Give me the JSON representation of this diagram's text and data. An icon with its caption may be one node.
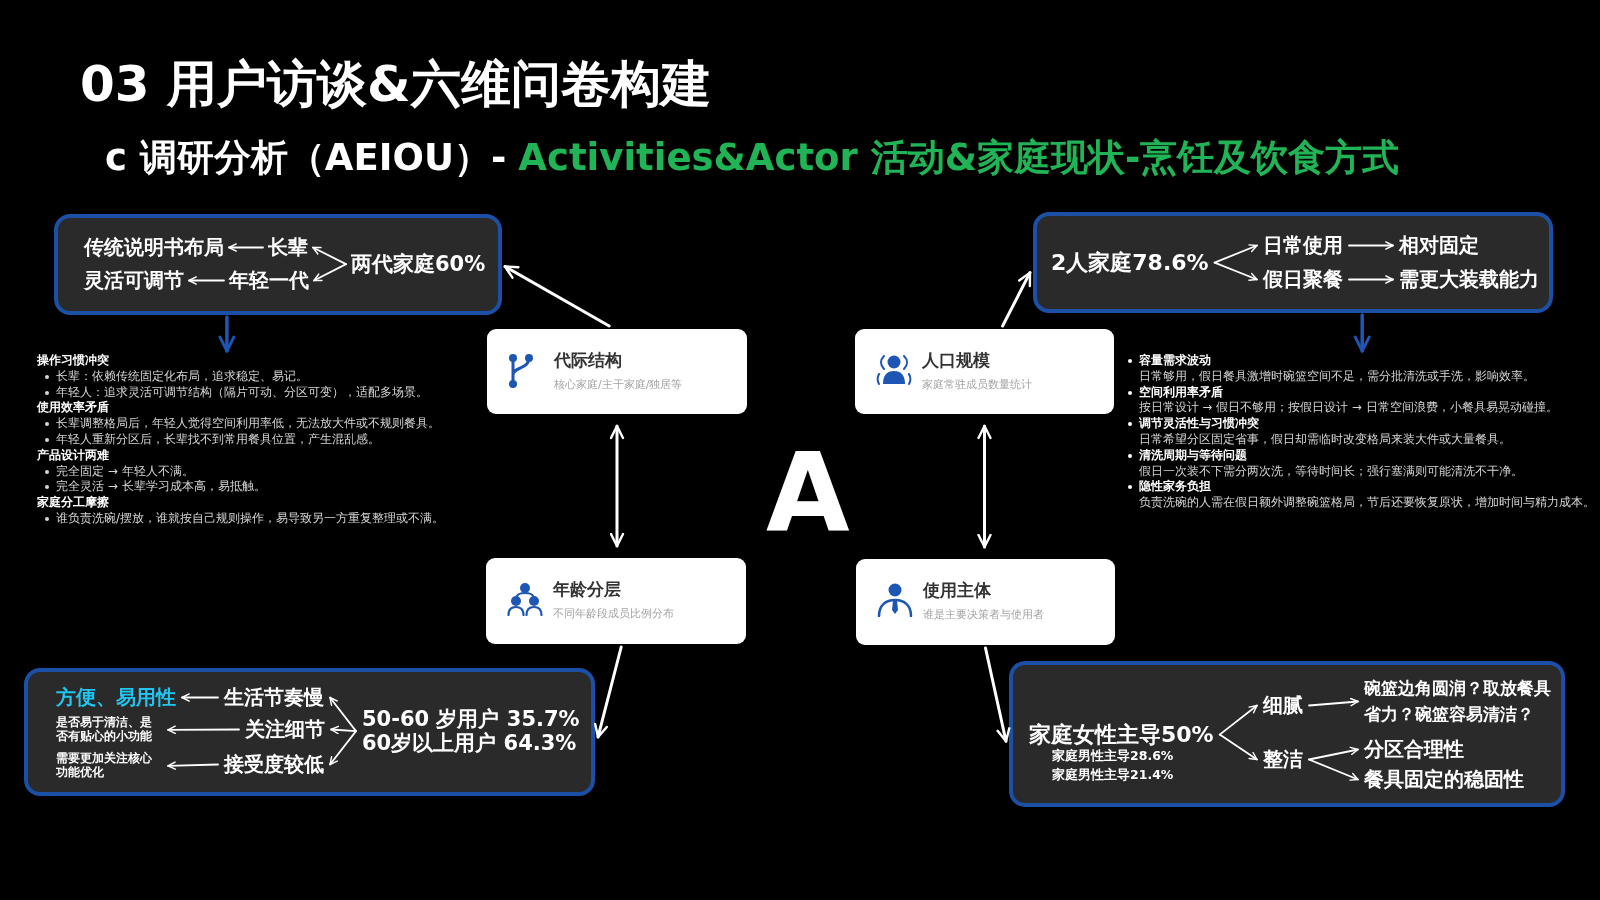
{
  "diagram": {
    "title": "03 用户访谈&六维问卷构建",
    "nodes": [
      {
        "text": [],
        "shape": "box"
      },
      {
        "text": [
          "传统说明书布局"
        ],
        "in": 0
      },
      {
        "text": [
          "长辈"
        ],
        "in": 0
      },
      {
        "text": [
          "两代家庭60%"
        ],
        "in": 0
      },
      {
        "text": [
          "灵活可调节"
        ],
        "in": 0
      },
      {
        "text": [
          "年轻一代"
        ],
        "in": 0
      },
      {
        "text": [],
        "shape": "box"
      },
      {
        "text": [
          "2人家庭78.6%"
        ],
        "in": 6
      },
      {
        "text": [
          "日常使用"
        ],
        "in": 6
      },
      {
        "text": [
          "相对固定"
        ],
        "in": 6
      },
      {
        "text": [
          "假日聚餐"
        ],
        "in": 6
      },
      {
        "text": [
          "需更大装载能力"
        ],
        "in": 6
      },
      {
        "text": [
          "操作习惯冲突",
          "长辈：依赖传统固定化布局，追求稳定、易记。",
          "年轻人：追求灵活可调节结构（隔片可动、分区可变），适配多场景。",
          "使用效率矛盾",
          "长辈调整格局后，年轻人觉得空间利用率低，无法放大件或不规则餐具。",
          "年轻人重新分区后，长辈找不到常用餐具位置，产生混乱感。",
          "产品设计两难",
          "完全固定 → 年轻人不满。",
          "完全灵活 → 长辈学习成本高，易抵触。",
          "家庭分工摩擦",
          "谁负责洗碗/摆放，谁就按自己规则操作，易导致另一方重复整理或不满。"
        ]
      },
      {
        "text": [
          "代际结构",
          "核心家庭/主干家庭/独居等"
        ]
      },
      {
        "text": [
          "人口规模",
          "家庭常驻成员数量统计"
        ]
      },
      {
        "text": [
          "容量需求波动",
          "日常够用，假日餐具激增时碗篮空间不足，需分批清洗或手洗，影响效率。",
          "空间利用率矛盾",
          "按日常设计 → 假日不够用；按假日设计 → 日常空间浪费，小餐具易晃动碰撞。",
          "调节灵活性与习惯冲突",
          "日常希望分区固定省事，假日却需临时改变格局来装大件或大量餐具。",
          "清洗周期与等待问题",
          "假日一次装不下需分两次洗，等待时间长；强行塞满则可能清洗不干净。",
          "隐性家务负担",
          "负责洗碗的人需在假日额外调整碗篮格局，节后还要恢复原状，增加时间与精力成本。"
        ]
      },
      {
        "text": [
          "年龄分层",
          "不同年龄段成员比例分布"
        ]
      },
      {
        "text": [
          "使用主体",
          "谁是主要决策者与使用者"
        ]
      },
      {
        "text": [],
        "shape": "box"
      },
      {
        "text": [
          "方便、易用性"
        ],
        "in": 18
      },
      {
        "text": [
          "生活节奏慢"
        ],
        "in": 18
      },
      {
        "text": [
          "是否易于清洁、是否有贴心的小功能"
        ],
        "in": 18
      },
      {
        "text": [
          "关注细节"
        ],
        "in": 18
      },
      {
        "text": [
          "50-60 岁用户 35.7%",
          "60岁以上用户 64.3%"
        ],
        "in": 18
      },
      {
        "text": [
          "需要更加关注核心功能优化"
        ],
        "in": 18
      },
      {
        "text": [
          "接受度较低"
        ],
        "in": 18
      },
      {
        "text": [],
        "shape": "box"
      },
      {
        "text": [
          "家庭女性主导50%",
          "家庭男性主导28.6%",
          "家庭男性主导21.4%"
        ],
        "in": 26
      },
      {
        "text": [
          "细腻"
        ],
        "in": 26
      },
      {
        "text": [
          "碗篮边角圆润？取放餐具省力？碗篮容易清洁？"
        ],
        "in": 26
      },
      {
        "text": [
          "整洁"
        ],
        "in": 26
      },
      {
        "text": [
          "分区合理性"
        ],
        "in": 26
      },
      {
        "text": [
          "餐具固定的稳固性"
        ],
        "in": 26
      }
    ],
    "edges": [
      {
        "from": 2,
        "to": 1,
        "arrow": "to"
      },
      {
        "from": 5,
        "to": 4,
        "arrow": "to"
      },
      {
        "from": 3,
        "to": 2,
        "arrow": "to"
      },
      {
        "from": 3,
        "to": 5,
        "arrow": "to"
      },
      {
        "from": 7,
        "to": 8,
        "arrow": "to"
      },
      {
        "from": 7,
        "to": 10,
        "arrow": "to"
      },
      {
        "from": 8,
        "to": 9,
        "arrow": "to"
      },
      {
        "from": 10,
        "to": 11,
        "arrow": "to"
      },
      {
        "from": 0,
        "to": 12,
        "arrow": "to",
        "color": "#1f56b4"
      },
      {
        "from": 6,
        "to": 15,
        "arrow": "to",
        "color": "#1f56b4"
      },
      {
        "from": 13,
        "to": 0,
        "arrow": "to"
      },
      {
        "from": 14,
        "to": 6,
        "arrow": "to"
      },
      {
        "from": 13,
        "to": 16,
        "arrow": "both"
      },
      {
        "from": 14,
        "to": 17,
        "arrow": "both"
      },
      {
        "from": 16,
        "to": 18,
        "arrow": "to"
      },
      {
        "from": 17,
        "to": 26,
        "arrow": "to"
      },
      {
        "from": 23,
        "to": 20,
        "arrow": "to"
      },
      {
        "from": 23,
        "to": 22,
        "arrow": "to"
      },
      {
        "from": 23,
        "to": 25,
        "arrow": "to"
      },
      {
        "from": 20,
        "to": 19,
        "arrow": "to"
      },
      {
        "from": 22,
        "to": 21,
        "arrow": "to"
      },
      {
        "from": 25,
        "to": 24,
        "arrow": "to"
      },
      {
        "from": 27,
        "to": 28,
        "arrow": "to"
      },
      {
        "from": 27,
        "to": 30,
        "arrow": "to"
      },
      {
        "from": 28,
        "to": 29,
        "arrow": "to"
      },
      {
        "from": 30,
        "to": 31,
        "arrow": "to"
      },
      {
        "from": 30,
        "to": 32,
        "arrow": "to"
      }
    ],
    "labels": [
      "c 调研分析（AEIOU）-",
      "Activities&Actor 活动&家庭现状-烹饪及饮食方式",
      "A"
    ]
  }
}
